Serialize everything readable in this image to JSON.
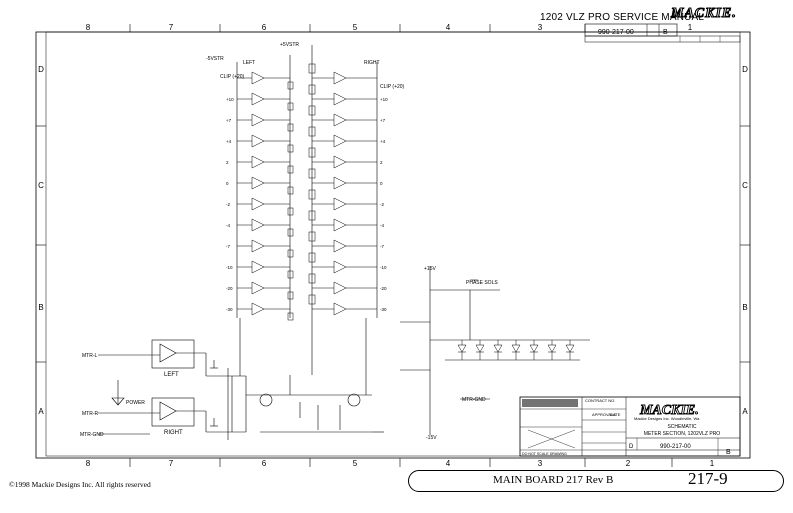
{
  "header": {
    "manual_title": "1202 VLZ PRO SERVICE MANUAL",
    "brand": "MACKIE.",
    "doc_number": "990-217-00",
    "rev": "B",
    "sheet_label": "1"
  },
  "border": {
    "columns_top": [
      "8",
      "7",
      "6",
      "5",
      "4",
      "3",
      "2",
      "1"
    ],
    "columns_bottom": [
      "8",
      "7",
      "6",
      "5",
      "4",
      "3",
      "2",
      "1"
    ],
    "rows_left": [
      "D",
      "C",
      "B",
      "A"
    ],
    "rows_right": [
      "D",
      "C",
      "B",
      "A"
    ]
  },
  "schematic": {
    "lbl_left": "LEFT",
    "lbl_right": "RIGHT",
    "lbl_clip_l": "CLIP (+20)",
    "lbl_clip_r": "CLIP (+20)",
    "lbl_p5vstr": "+5VSTR",
    "lbl_m5vstr": "-5VSTR",
    "level_labels": [
      "+10",
      "+7",
      "+4",
      "2",
      "0",
      "-2",
      "-4",
      "-7",
      "-10",
      "-20",
      "-30"
    ],
    "lbl_mtr_l": "MTR-L",
    "lbl_mtr_r": "MTR-R",
    "lbl_mtr_gnd": "MTR-GND",
    "lbl_left_bot": "LEFT",
    "lbl_right_bot": "RIGHT",
    "lbl_power": "POWER",
    "lbl_p15v": "+15V",
    "lbl_m15v": "-15V",
    "lbl_phase_sols": "PHASE SOLS",
    "lbl_mtr_gnd2": "MTR-GND"
  },
  "titleblock": {
    "brand": "MACKIE.",
    "company": "Mackie Designs Inc. Woodinville, Wa",
    "title1": "SCHEMATIC",
    "title2": "METER SECTION, 1202VLZ PRO",
    "size": "D",
    "doc_number": "990-217-00",
    "rev": "B",
    "approvals": "APPROVALS",
    "date": "DATE",
    "contract": "CONTRACT NO.",
    "do_not_scale": "DO NOT SCALE DRAWING"
  },
  "footer": {
    "copyright": "©1998 Mackie Designs Inc. All rights reserved",
    "board": "MAIN BOARD 217 Rev B",
    "page": "217-9"
  }
}
